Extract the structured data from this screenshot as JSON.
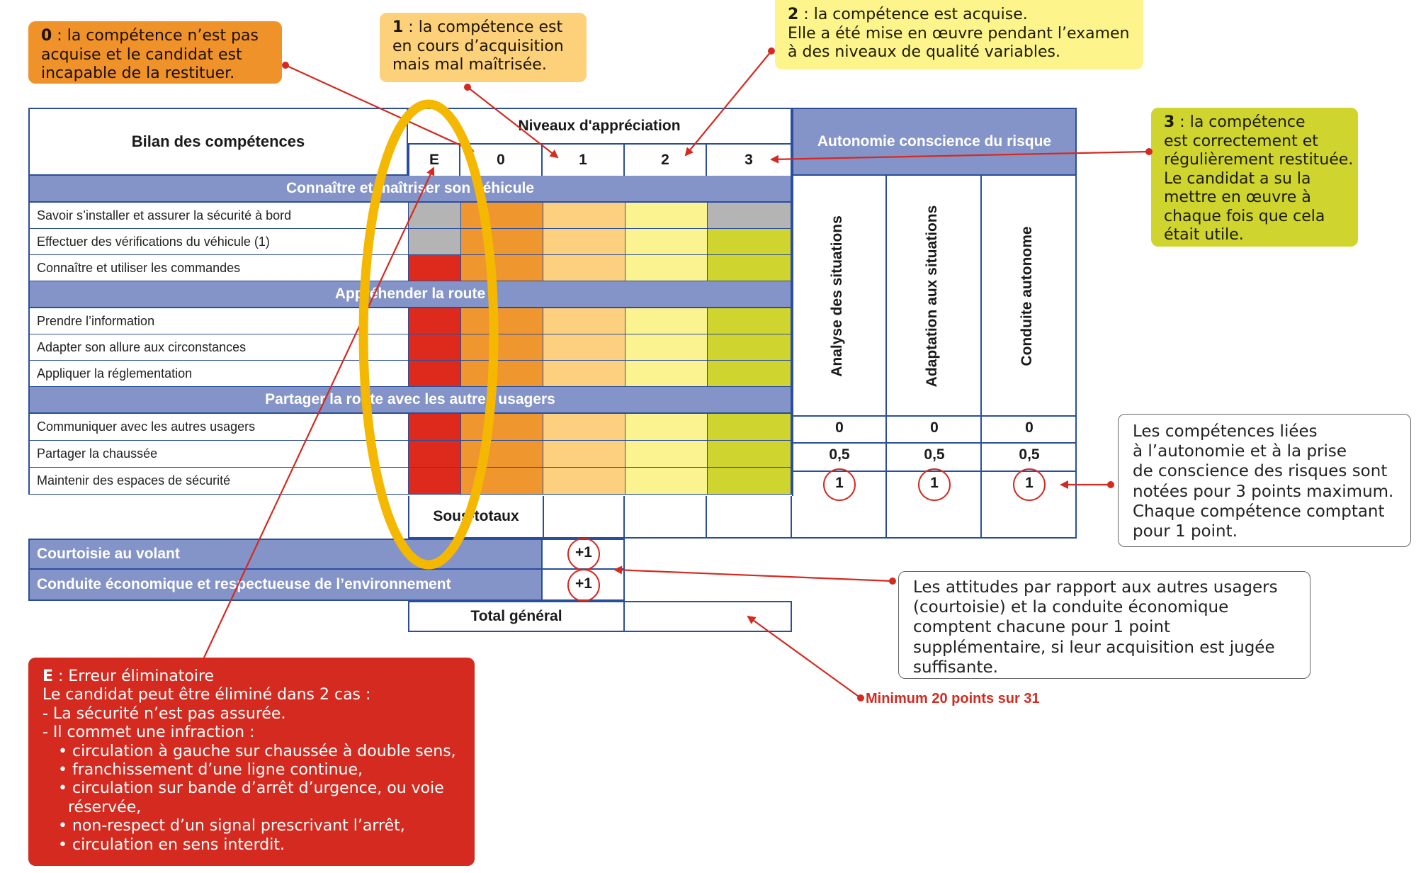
{
  "callouts": {
    "level0": {
      "key": "0",
      "text": [
        " : la compétence n’est pas",
        "acquise et le candidat est",
        "incapable de la restituer."
      ]
    },
    "level1": {
      "key": "1",
      "text": [
        " : la compétence est",
        "en cours d’acquisition",
        "mais mal maîtrisée."
      ]
    },
    "level2": {
      "key": "2",
      "text": [
        " : la compétence est acquise.",
        "Elle a été mise en œuvre pendant l’examen",
        "à des niveaux de qualité variables."
      ]
    },
    "level3": {
      "key": "3",
      "text": [
        " : la compétence",
        "est correctement et",
        "régulièrement restituée.",
        "Le candidat a su la",
        "mettre en œuvre à",
        "chaque fois que cela",
        "était utile."
      ]
    },
    "eliminatory": {
      "key": "E",
      "lines": [
        " : Erreur éliminatoire",
        "Le candidat peut être éliminé dans 2 cas :",
        "- La sécurité n’est pas assurée.",
        "- Il commet une infraction :"
      ],
      "bullets": [
        "• circulation à gauche sur chaussée à double sens,",
        "• franchissement d’une ligne continue,",
        "• circulation sur bande d’arrêt d’urgence, ou voie",
        "réservée,",
        "• non-respect d’un signal prescrivant l’arrêt,",
        "• circulation en sens interdit."
      ]
    },
    "autonomy_note": [
      "Les compétences liées",
      "à l’autonomie et à la prise",
      "de conscience des risques sont",
      "notées pour 3 points maximum.",
      "Chaque compétence comptant",
      "pour 1 point."
    ],
    "bonus_note": [
      "Les attitudes par rapport aux autres usagers",
      "(courtoisie) et la conduite économique",
      "comptent chacune pour 1 point",
      "supplémentaire, si leur acquisition est jugée",
      "suffisante."
    ],
    "minimum": "Minimum 20 points sur 31"
  },
  "table": {
    "title": "Bilan des compétences",
    "levels_header": "Niveaux d'appréciation",
    "level_labels": [
      "E",
      "0",
      "1",
      "2",
      "3"
    ],
    "autonomy_header": "Autonomie conscience du risque",
    "autonomy_columns": [
      "Analyse des situations",
      "Adaptation aux situations",
      "Conduite autonome"
    ],
    "autonomy_scores": [
      "0",
      "0,5",
      "1"
    ],
    "sections": [
      {
        "title": "Connaître et maîtriser son véhicule",
        "rows": [
          "Savoir s’installer et assurer la sécurité à bord",
          "Effectuer des vérifications du véhicule (1)",
          "Connaître et utiliser les commandes"
        ]
      },
      {
        "title": "Appréhender la route",
        "rows": [
          "Prendre l’information",
          "Adapter son allure aux circonstances",
          "Appliquer la réglementation"
        ]
      },
      {
        "title": "Partager la route avec les autres usagers",
        "rows": [
          "Communiquer avec les autres usagers",
          "Partager la chaussée",
          "Maintenir des espaces de sécurité"
        ]
      }
    ],
    "subtotal": "Sous-totaux",
    "bonus_rows": [
      {
        "label": "Courtoisie au volant",
        "value": "+1"
      },
      {
        "label": "Conduite économique et respectueuse de l’environnement",
        "value": "+1"
      }
    ],
    "total": "Total général"
  },
  "colors": {
    "eliminatory_red": "#dd2a1c",
    "level0_orange": "#f0962f",
    "level1_light_orange": "#fcd07e",
    "level2_yellow": "#fbf38f",
    "level3_green": "#cfd52e",
    "not_applicable_grey": "#b4b4b4",
    "band_blue": "#8594c8",
    "table_border": "#2b4e9c",
    "highlight_ring": "#f5b800",
    "arrow_red": "#d42a1f"
  }
}
